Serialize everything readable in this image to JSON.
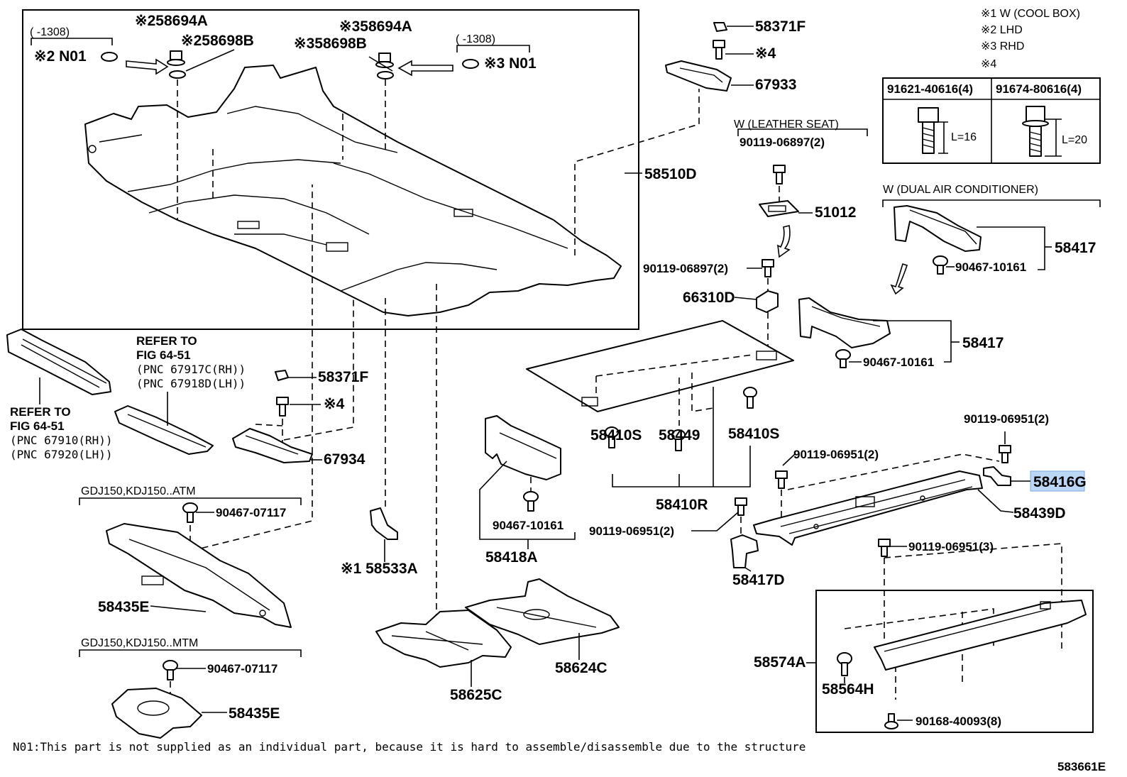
{
  "diagram_id": "583661E",
  "legend": {
    "note1": "※1 W (COOL BOX)",
    "note2": "※2 LHD",
    "note3": "※3 RHD",
    "note4": "※4"
  },
  "bolt_table": {
    "col1": "91621-40616(4)",
    "col2": "91674-80616(4)",
    "len1": "L=16",
    "len2": "L=20"
  },
  "conditions": {
    "leather_seat": "W (LEATHER SEAT)",
    "dual_ac": "W (DUAL AIR CONDITIONER)",
    "atm": "GDJ150,KDJ150..ATM",
    "mtm": "GDJ150,KDJ150..MTM"
  },
  "refer": {
    "a_line1": "REFER TO",
    "a_line2": "FIG 64-51",
    "a_line3": "(PNC 67917C(RH))",
    "a_line4": "(PNC 67918D(LH))",
    "b_line1": "REFER TO",
    "b_line2": "FIG 64-51",
    "b_line3": "(PNC 67910(RH))",
    "b_line4": "(PNC 67920(LH))"
  },
  "parts": {
    "p58694A_l": "※258694A",
    "p58698B_l": "※258698B",
    "n01_l": "※2 N01",
    "r1308_l": "(     -1308)",
    "p58694A_r": "※358694A",
    "p58698B_r": "※358698B",
    "n01_r": "※3 N01",
    "r1308_r": "(     -1308)",
    "p58510D": "58510D",
    "p58371F_top": "58371F",
    "s4_top": "※4",
    "p67933": "67933",
    "p90119_06897_a": "90119-06897(2)",
    "p51012": "51012",
    "p90119_06897_b": "90119-06897(2)",
    "p66310D": "66310D",
    "p58417_a": "58417",
    "p90467_10161_a": "90467-10161",
    "p58417_b": "58417",
    "p90467_10161_b": "90467-10161",
    "p58371F_mid": "58371F",
    "s4_mid": "※4",
    "p67934": "67934",
    "p58410S_a": "58410S",
    "p58449": "58449",
    "p58410S_b": "58410S",
    "p58410R": "58410R",
    "p90119_06951_a": "90119-06951(2)",
    "p90119_06951_b": "90119-06951(2)",
    "p90119_06951_c": "90119-06951(2)",
    "p58416G": "58416G",
    "p58439D": "58439D",
    "p58417D": "58417D",
    "p90467_07117_a": "90467-07117",
    "p58435E_a": "58435E",
    "p90467_07117_b": "90467-07117",
    "p58435E_b": "58435E",
    "p58533A": "※1 58533A",
    "p90467_10161_c": "90467-10161",
    "p58418A": "58418A",
    "p58625C": "58625C",
    "p58624C": "58624C",
    "p90119_06951_d": "90119-06951(3)",
    "p58574A": "58574A",
    "p58564H": "58564H",
    "p90168_40093": "90168-40093(8)"
  },
  "footnote": "N01:This part is not supplied as an individual part,  because it is hard to assemble/disassemble due to the structure"
}
